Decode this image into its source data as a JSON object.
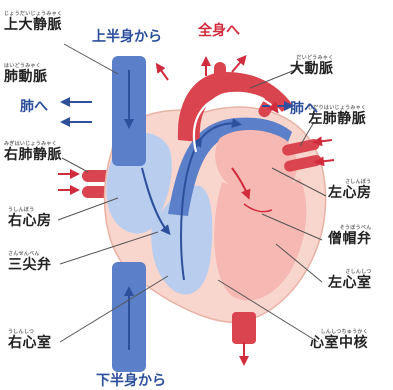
{
  "labels": {
    "superior_vena_cava": {
      "text": "上大静脈",
      "furigana": "じょうだいじょうみゃく"
    },
    "pulmonary_artery": {
      "text": "肺動脈",
      "furigana": "はいどうみゃく"
    },
    "right_pulmonary_vein": {
      "text": "右肺静脈",
      "furigana": "みぎはいじょうみゃく"
    },
    "right_atrium": {
      "text": "右心房",
      "furigana": "うしんぼう"
    },
    "tricuspid_valve": {
      "text": "三尖弁",
      "furigana": "さんせんべん"
    },
    "right_ventricle": {
      "text": "右心室",
      "furigana": "うしんしつ"
    },
    "aorta": {
      "text": "大動脈",
      "furigana": "だいどうみゃく"
    },
    "left_pulmonary_vein": {
      "text": "左肺静脈",
      "furigana": "ひだりはいじょうみゃく"
    },
    "left_atrium": {
      "text": "左心房",
      "furigana": "さしんぼう"
    },
    "mitral_valve": {
      "text": "僧帽弁",
      "furigana": "そうぼうべん"
    },
    "left_ventricle": {
      "text": "左心室",
      "furigana": "さしんしつ"
    },
    "septum": {
      "text": "心室中核",
      "furigana": "しんしつちゅうかく"
    }
  },
  "flows": {
    "from_upper_body": "上半身から",
    "to_whole_body": "全身へ",
    "to_lungs_left": "肺へ",
    "to_lungs_right": "肺へ",
    "from_lower_body": "下半身から"
  },
  "colors": {
    "blue_vessel": "#5b7fc9",
    "blue_chamber": "#b9cdef",
    "red_vessel": "#d9444e",
    "red_chamber": "#f5b8b2",
    "heart_wall": "#f8d5cd",
    "arrow_blue": "#2d4f9c",
    "arrow_red": "#d12c3d",
    "leader": "#555555"
  }
}
